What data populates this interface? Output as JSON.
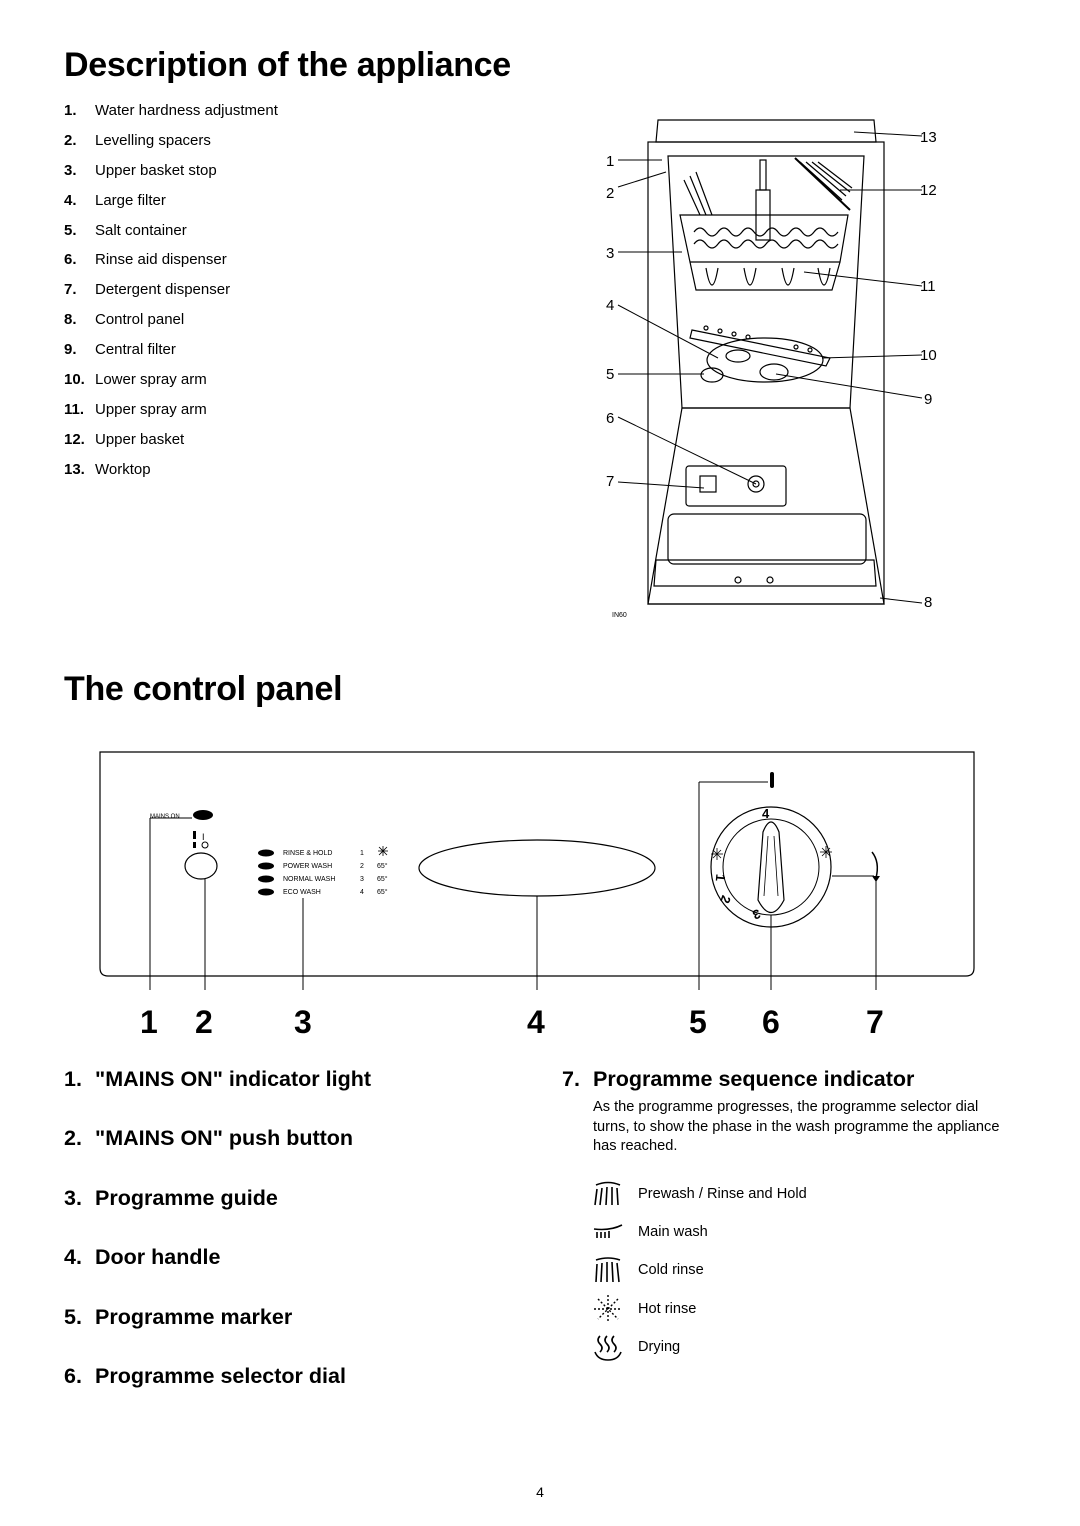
{
  "section1": {
    "title": "Description of the appliance",
    "parts": [
      {
        "num": "1.",
        "label": "Water hardness adjustment"
      },
      {
        "num": "2.",
        "label": "Levelling spacers"
      },
      {
        "num": "3.",
        "label": "Upper basket stop"
      },
      {
        "num": "4.",
        "label": "Large filter"
      },
      {
        "num": "5.",
        "label": "Salt container"
      },
      {
        "num": "6.",
        "label": "Rinse aid dispenser"
      },
      {
        "num": "7.",
        "label": "Detergent dispenser"
      },
      {
        "num": "8.",
        "label": "Control panel"
      },
      {
        "num": "9.",
        "label": "Central filter"
      },
      {
        "num": "10.",
        "label": "Lower spray arm"
      },
      {
        "num": "11.",
        "label": "Upper spray arm"
      },
      {
        "num": "12.",
        "label": "Upper basket"
      },
      {
        "num": "13.",
        "label": "Worktop"
      }
    ],
    "diagram": {
      "callouts_left": [
        "1",
        "2",
        "3",
        "4",
        "5",
        "6",
        "7"
      ],
      "callouts_right": [
        "13",
        "12",
        "11",
        "10",
        "9",
        "8"
      ],
      "code": "IN60"
    }
  },
  "section2": {
    "title": "The control panel",
    "panel": {
      "mains_on_label": "MAINS ON",
      "switch_symbol_top": "I",
      "guide": [
        {
          "name": "RINSE & HOLD",
          "num": "1",
          "temp": ""
        },
        {
          "name": "POWER WASH",
          "num": "2",
          "temp": "65°"
        },
        {
          "name": "NORMAL WASH",
          "num": "3",
          "temp": "65°"
        },
        {
          "name": "ECO WASH",
          "num": "4",
          "temp": "65°"
        }
      ],
      "dial_numbers": [
        "4",
        "3",
        "2",
        "1"
      ]
    },
    "big_numbers": [
      "1",
      "2",
      "3",
      "4",
      "5",
      "6",
      "7"
    ],
    "items": [
      {
        "num": "1.",
        "label": "\"MAINS ON\" indicator light"
      },
      {
        "num": "2.",
        "label": "\"MAINS ON\" push button"
      },
      {
        "num": "3.",
        "label": "Programme guide"
      },
      {
        "num": "4.",
        "label": "Door handle"
      },
      {
        "num": "5.",
        "label": "Programme marker"
      },
      {
        "num": "6.",
        "label": "Programme selector dial"
      }
    ],
    "item7": {
      "num": "7.",
      "label": "Programme sequence indicator",
      "description": "As the programme progresses, the programme selector dial turns, to show the phase in the wash programme the appliance has reached."
    },
    "legend": [
      {
        "icon": "prewash-icon",
        "label": "Prewash / Rinse and Hold"
      },
      {
        "icon": "main-wash-icon",
        "label": "Main wash"
      },
      {
        "icon": "cold-rinse-icon",
        "label": "Cold rinse"
      },
      {
        "icon": "hot-rinse-icon",
        "label": "Hot rinse"
      },
      {
        "icon": "drying-icon",
        "label": "Drying"
      }
    ]
  },
  "page_number": "4"
}
